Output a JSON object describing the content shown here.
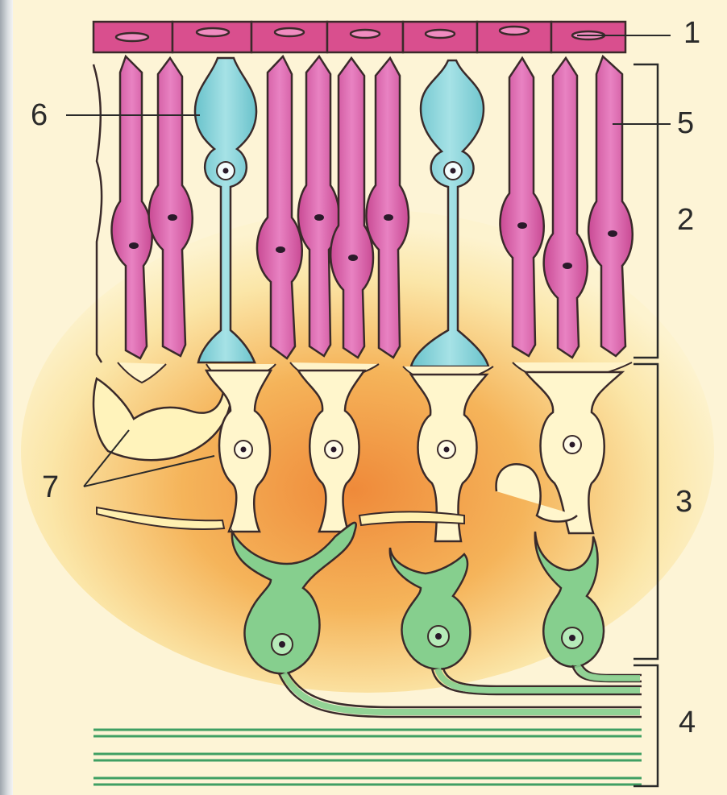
{
  "labels": {
    "n1": "1",
    "n2": "2",
    "n3": "3",
    "n4": "4",
    "n5": "5",
    "n6": "6",
    "n7": "7"
  },
  "colors": {
    "pigment_layer": "#d94f8e",
    "rod_cells": "#e07ab8",
    "cone_cells": "#7fd1d6",
    "bipolar_cells": "#fff2c0",
    "ganglion_cells": "#86cf8e",
    "nerve_fibers": "#3f9f63",
    "background_warm": "#f0a24a",
    "outline": "#3a2a2a"
  }
}
